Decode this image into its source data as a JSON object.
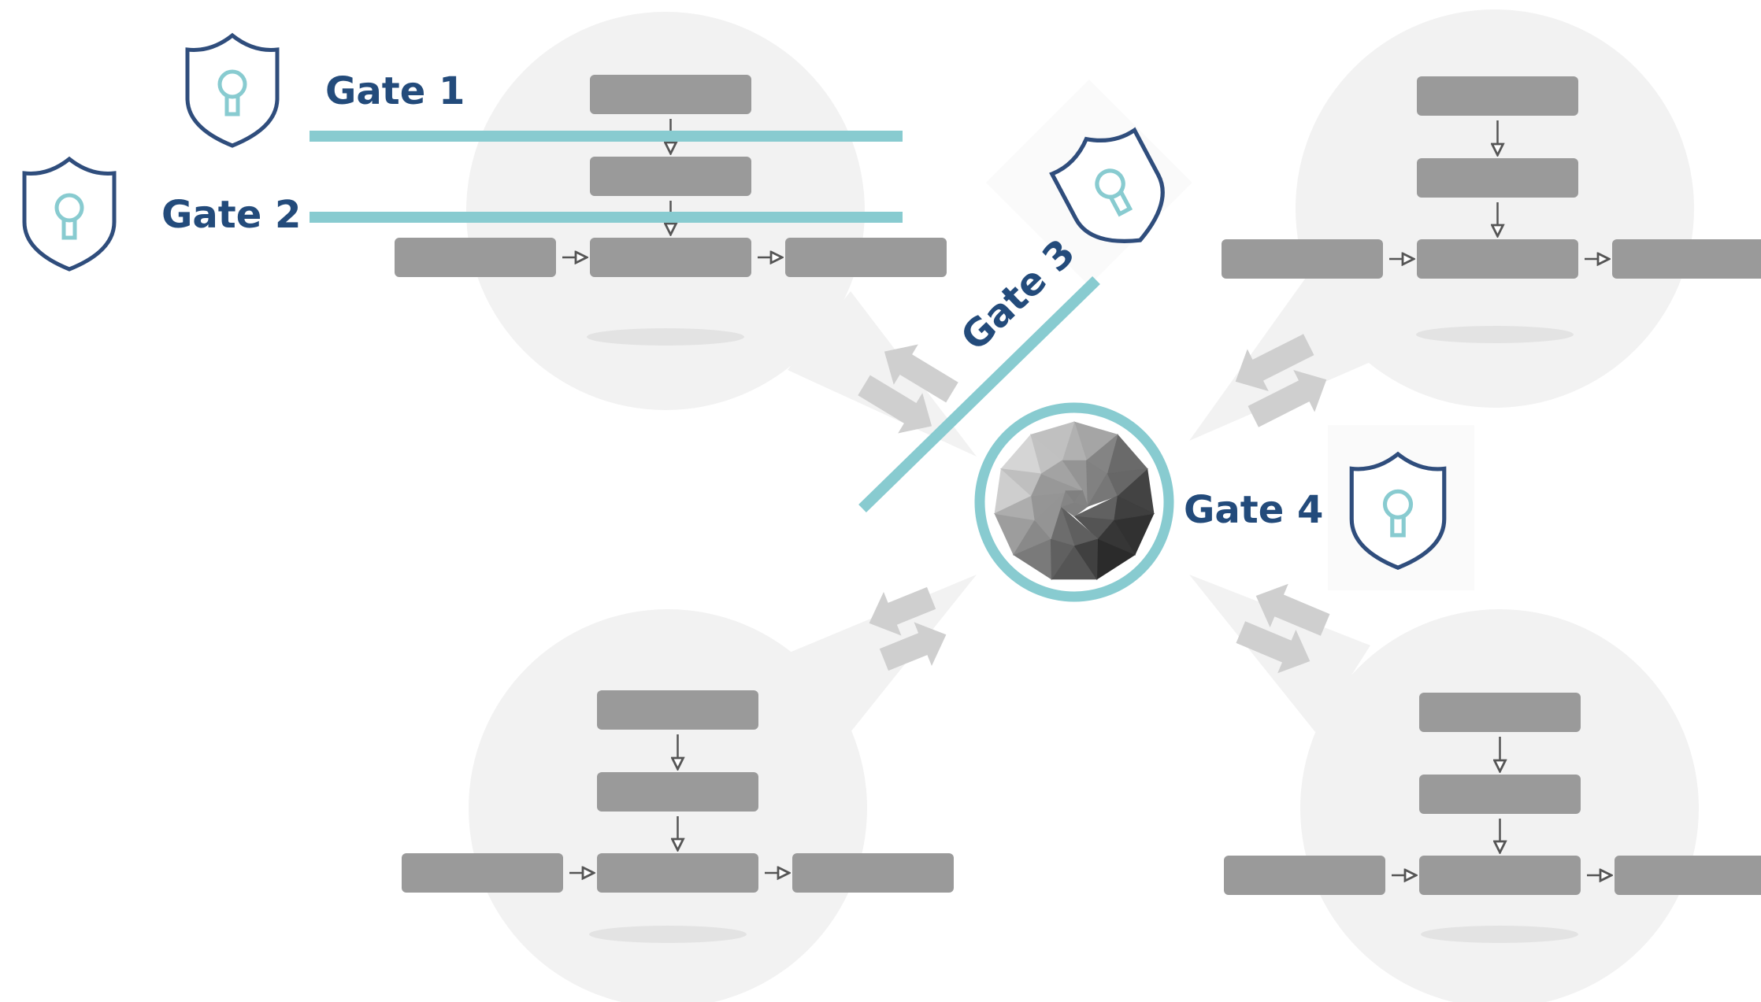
{
  "gates": [
    {
      "id": "gate-1",
      "label": "Gate 1"
    },
    {
      "id": "gate-2",
      "label": "Gate 2"
    },
    {
      "id": "gate-3",
      "label": "Gate 3"
    },
    {
      "id": "gate-4",
      "label": "Gate 4"
    }
  ],
  "icons": {
    "shield": "shield-keyhole-icon",
    "core": "polygon-sphere-icon"
  },
  "colors": {
    "gate_line": "#88cbd0",
    "gate_text": "#234b7b",
    "shield_stroke": "#2f4d7c",
    "keyhole": "#88cbd0",
    "bubble": "#f2f2f2",
    "box": "#9a9a9a",
    "exchange_arrow": "#cfcfcf"
  },
  "workflows": [
    {
      "id": "workflow-top-left"
    },
    {
      "id": "workflow-top-right"
    },
    {
      "id": "workflow-bottom-left"
    },
    {
      "id": "workflow-bottom-right"
    }
  ]
}
